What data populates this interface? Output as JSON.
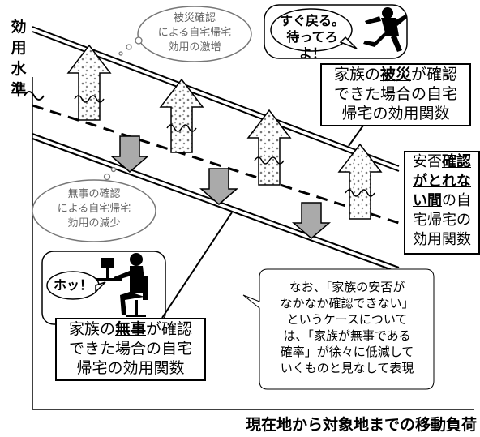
{
  "axis": {
    "y_label": "効用水準",
    "x_label": "現在地から対象地までの移動負荷"
  },
  "bubbles": {
    "disaster_increase": [
      "被災確認",
      "による自宅帰宅",
      "効用の激増"
    ],
    "safe_decrease": [
      "無事の確認",
      "による自宅帰宅",
      "効用の減少"
    ],
    "runner_speech": [
      "すぐ戻る。",
      "待ってろよ！"
    ],
    "sitter_speech": "ホッ！"
  },
  "boxes": {
    "disaster": {
      "pre": "家族の",
      "key": "被災",
      "post": "が確認",
      "line2": "できた場合の自宅",
      "line3": "帰宅の効用関数"
    },
    "unknown": {
      "pre": "安否",
      "key1": "確認",
      "key2": "がとれな",
      "key3": "い間",
      "post": "の自",
      "line4": "宅帰宅の",
      "line5": "効用関数"
    },
    "safe": {
      "pre": "家族の",
      "key": "無事",
      "post": "が確認",
      "line2": "できた場合の自宅",
      "line3": "帰宅の効用関数"
    }
  },
  "note": [
    "なお、「家族の安否が",
    "なかなか確認できない」",
    "というケースについて",
    "は、「家族が無事である",
    "確率」が徐々に低減して",
    "いくものと見なして表現"
  ]
}
